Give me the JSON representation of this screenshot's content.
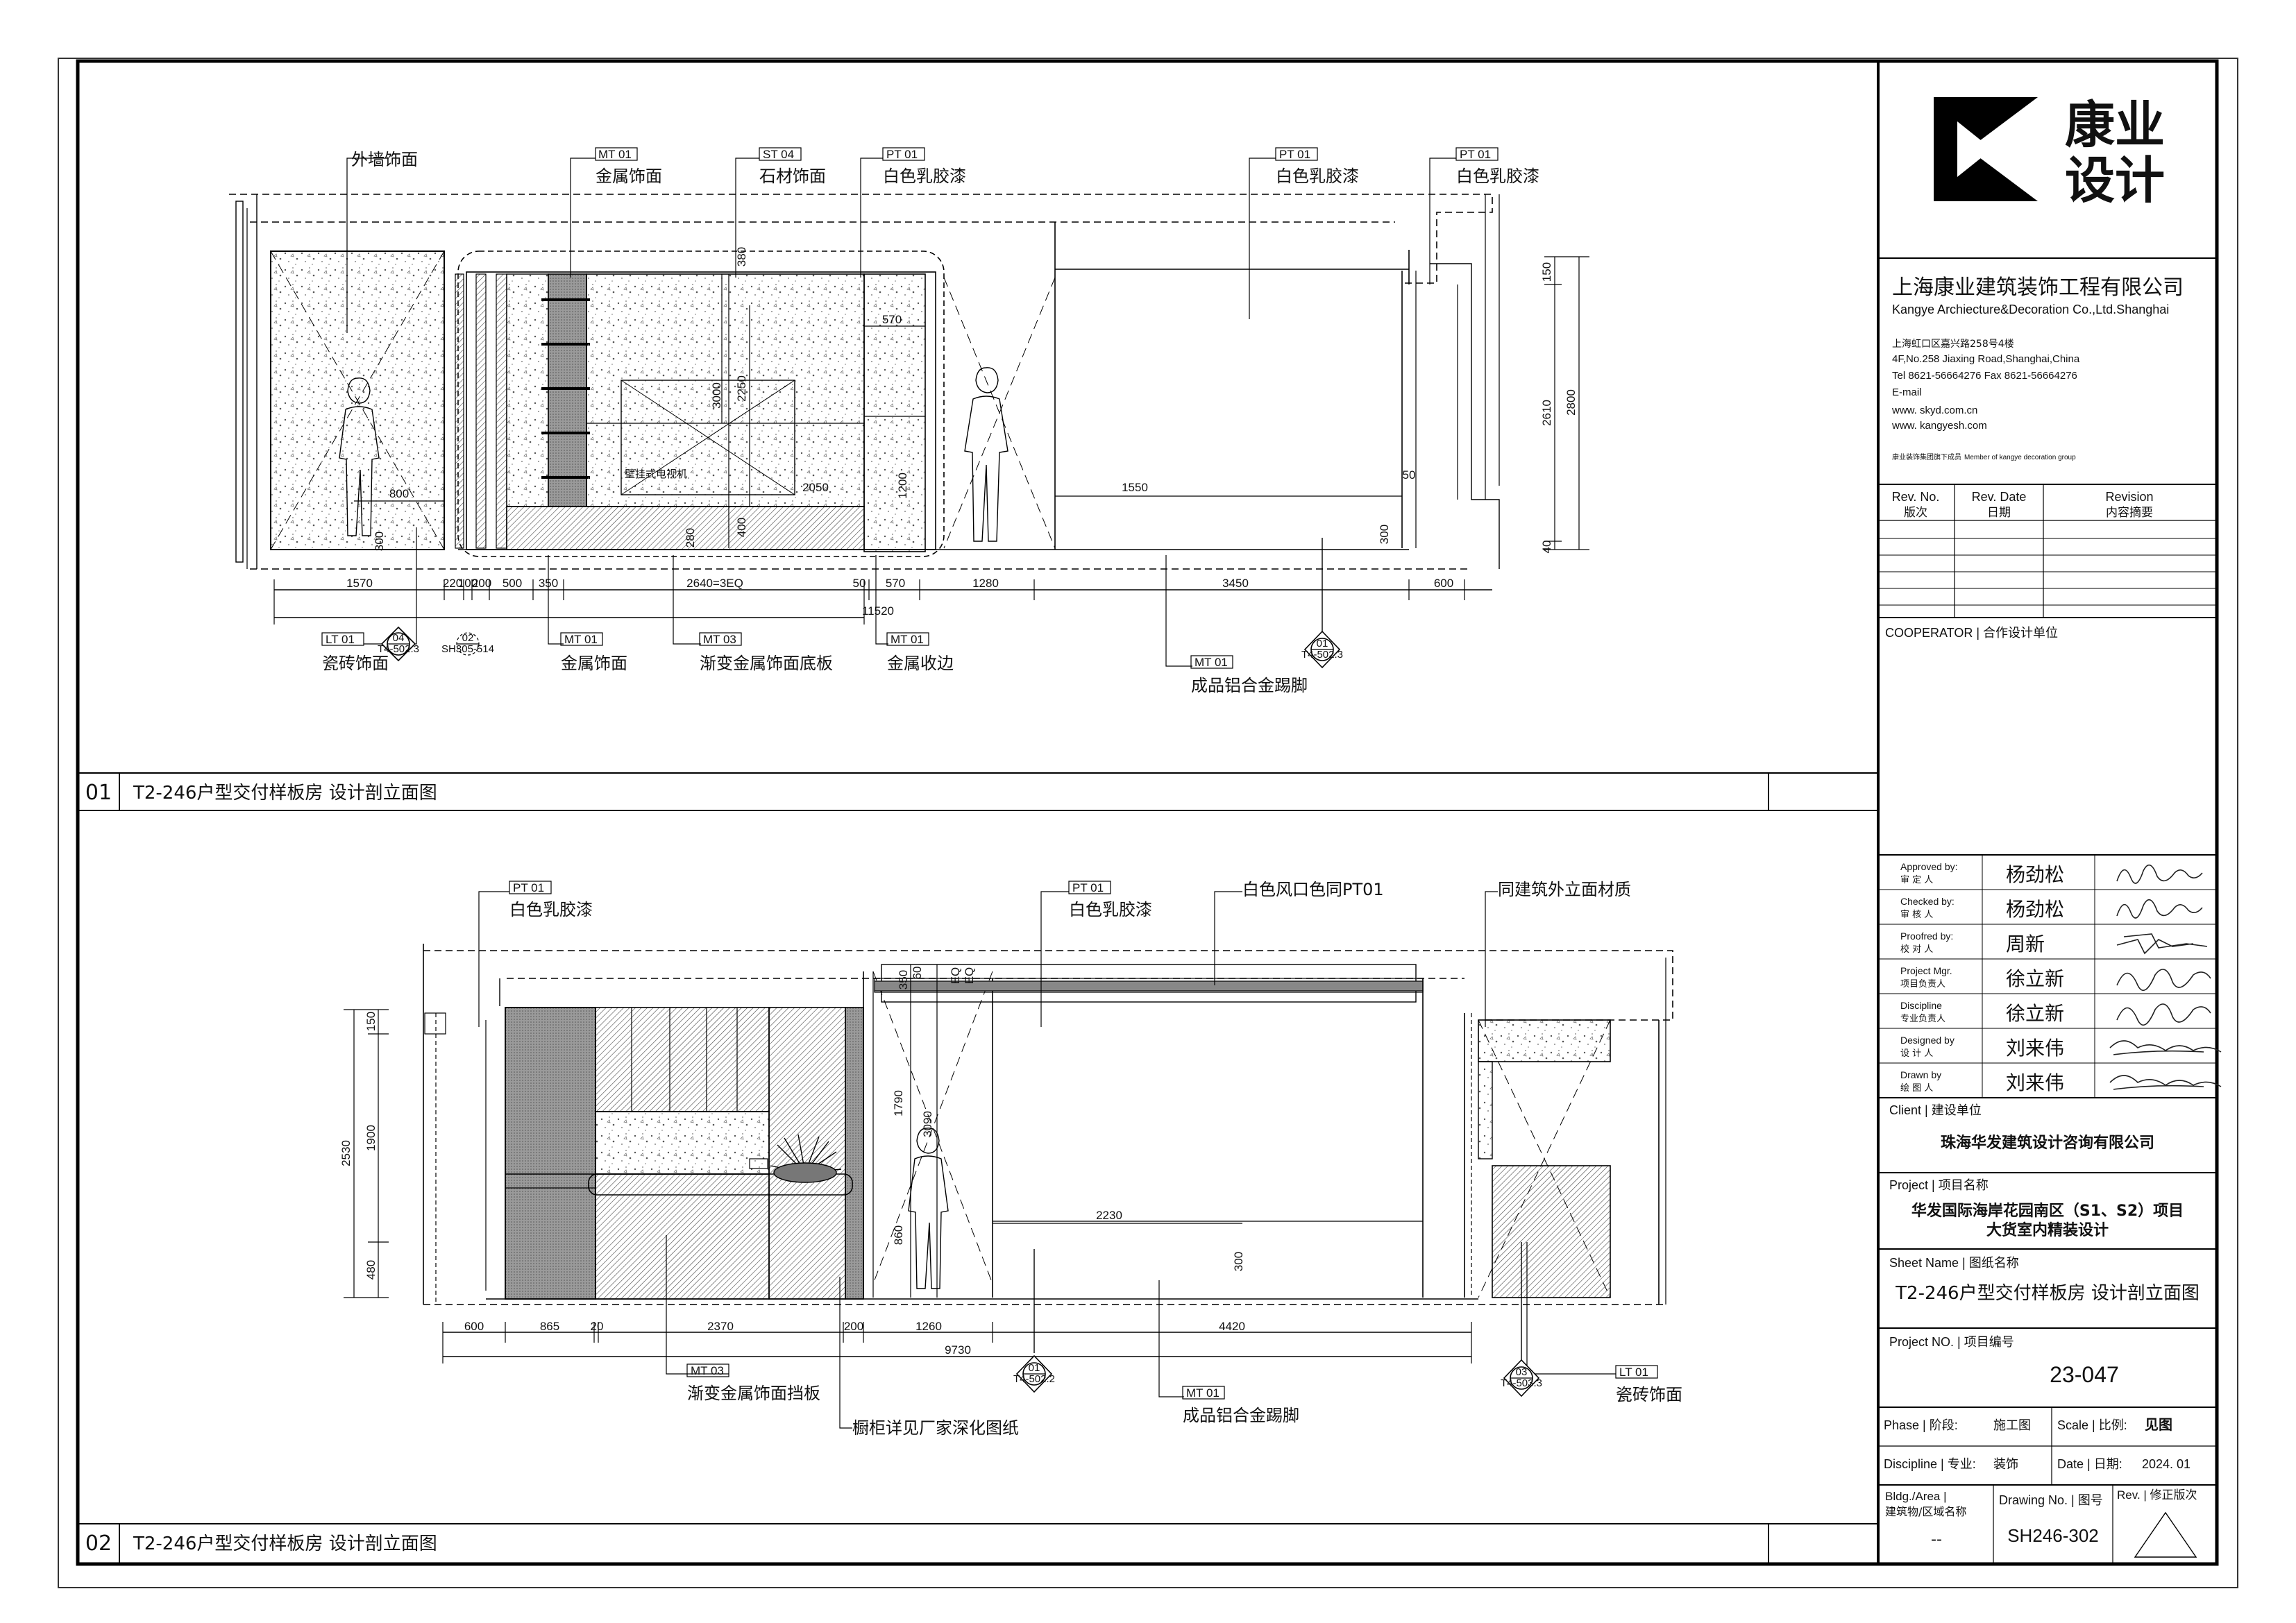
{
  "company": {
    "logo_text_line1": "康业",
    "logo_text_line2": "设计",
    "name_cn": "上海康业建筑装饰工程有限公司",
    "name_en": "Kangye Archiecture&Decoration Co.,Ltd.Shanghai",
    "address_cn": "上海虹口区嘉兴路258号4楼",
    "address_en": "4F,No.258 Jiaxing Road,Shanghai,China",
    "tel": "Tel 8621-56664276  Fax 8621-56664276",
    "email": "E-mail",
    "web1": "www. skyd.com.cn",
    "web2": "www. kangyesh.com",
    "member_cn": "康业装饰集团旗下成员",
    "member_en": "Member of kangye decoration group"
  },
  "revision_table": {
    "col1": "Rev. No.",
    "col1_cn": "版次",
    "col2": "Rev. Date",
    "col2_cn": "日期",
    "col3": "Revision",
    "col3_cn": "内容摘要"
  },
  "cooperator": "COOPERATOR | 合作设计单位",
  "approvals": [
    {
      "role": "Approved by:",
      "role_cn": "审 定 人",
      "name": "杨劲松"
    },
    {
      "role": "Checked by:",
      "role_cn": "审 核 人",
      "name": "杨劲松"
    },
    {
      "role": "Proofred by:",
      "role_cn": "校 对 人",
      "name": "周新"
    },
    {
      "role": "Project Mgr.",
      "role_cn": "项目负责人",
      "name": "徐立新"
    },
    {
      "role": "Discipline",
      "role_cn": "专业负责人",
      "name": "徐立新"
    },
    {
      "role": "Designed by",
      "role_cn": "设 计 人",
      "name": "刘来伟"
    },
    {
      "role": "Drawn by",
      "role_cn": "绘 图 人",
      "name": "刘来伟"
    }
  ],
  "client": {
    "label": "Client | 建设单位",
    "value": "珠海华发建筑设计咨询有限公司"
  },
  "project": {
    "label": "Project | 项目名称",
    "line1": "华发国际海岸花园南区（S1、S2）项目",
    "line2": "大货室内精装设计"
  },
  "sheet_name": {
    "label": "Sheet Name | 图纸名称",
    "value": "T2-246户型交付样板房 设计剖立面图"
  },
  "project_no": {
    "label": "Project NO. | 项目编号",
    "value": "23-047"
  },
  "phase": {
    "label": "Phase | 阶段:",
    "value": "施工图"
  },
  "scale": {
    "label": "Scale | 比例:",
    "value": "见图"
  },
  "discipline": {
    "label": "Discipline | 专业:",
    "value": "装饰"
  },
  "date": {
    "label": "Date | 日期:",
    "value": "2024. 01"
  },
  "bldg": {
    "label": "Bldg./Area |",
    "label_cn": "建筑物/区域名称",
    "value": "--"
  },
  "drawing_no": {
    "label": "Drawing No. | 图号",
    "value": "SH246-302"
  },
  "rev": {
    "label": "Rev. | 修正版次"
  },
  "view1": {
    "number": "01",
    "title": "T2-246户型交付样板房  设计剖立面图",
    "callouts_top": [
      {
        "code": "",
        "text": "外墙饰面"
      },
      {
        "code": "MT 01",
        "text": "金属饰面"
      },
      {
        "code": "ST 04",
        "text": "石材饰面"
      },
      {
        "code": "PT 01",
        "text": "白色乳胶漆"
      },
      {
        "code": "PT 01",
        "text": "白色乳胶漆"
      },
      {
        "code": "PT 01",
        "text": "白色乳胶漆"
      }
    ],
    "callouts_bottom": [
      {
        "code": "LT 01",
        "text": "瓷砖饰面"
      },
      {
        "code": "MT 01",
        "text": "金属饰面"
      },
      {
        "code": "MT 03",
        "text": "渐变金属饰面底板"
      },
      {
        "code": "MT 01",
        "text": "金属收边"
      },
      {
        "code": "MT 01",
        "text": "成品铝合金踢脚"
      }
    ],
    "section_marks": [
      {
        "num": "04",
        "ref": "T4-502.3"
      },
      {
        "num": "02",
        "ref": "SH305-514"
      },
      {
        "num": "01",
        "ref": "T4-502.3"
      }
    ],
    "dims_bottom": [
      "1570",
      "220",
      "100",
      "200",
      "500",
      "350",
      "2640=3EQ",
      "50",
      "570",
      "1280",
      "3450",
      "600"
    ],
    "total": "11520",
    "dims_right": [
      "150",
      "2610",
      "2800",
      "40"
    ],
    "dims_inner": [
      "800",
      "300",
      "570",
      "380",
      "3000",
      "2250",
      "1200",
      "2050",
      "400",
      "280",
      "1550",
      "300",
      "50"
    ],
    "tv_label": "壁挂式电视机"
  },
  "view2": {
    "number": "02",
    "title": "T2-246户型交付样板房  设计剖立面图",
    "callouts_top": [
      {
        "code": "PT 01",
        "text": "白色乳胶漆"
      },
      {
        "code": "PT 01",
        "text": "白色乳胶漆"
      },
      {
        "code": "",
        "text": "白色风口色同PT01"
      },
      {
        "code": "",
        "text": "同建筑外立面材质"
      }
    ],
    "callouts_bottom": [
      {
        "code": "MT 03",
        "text": "渐变金属饰面挡板"
      },
      {
        "code": "",
        "text": "橱柜详见厂家深化图纸"
      },
      {
        "code": "MT 01",
        "text": "成品铝合金踢脚"
      },
      {
        "code": "LT 01",
        "text": "瓷砖饰面"
      }
    ],
    "section_marks": [
      {
        "num": "01",
        "ref": "T4-502.2"
      },
      {
        "num": "03",
        "ref": "T4-503.3"
      }
    ],
    "dims_bottom": [
      "600",
      "865",
      "20",
      "2370",
      "200",
      "1260",
      "4420"
    ],
    "total": "9730",
    "dims_left": [
      "150",
      "2530",
      "1900",
      "480"
    ],
    "dims_inner": [
      "350",
      "60",
      "EQ",
      "EQ",
      "1790",
      "3090",
      "860",
      "2230",
      "300"
    ]
  }
}
